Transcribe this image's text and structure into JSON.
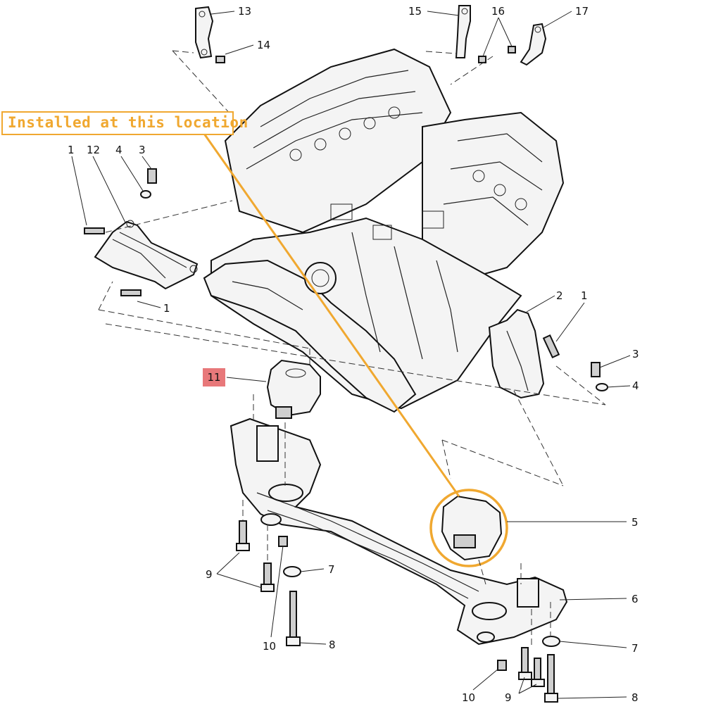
{
  "annotation": {
    "text": "Installed at this location",
    "color": "#f0a830"
  },
  "highlight": {
    "part_number": "11",
    "color": "#e8787a"
  },
  "callouts": {
    "c13": "13",
    "c14": "14",
    "c15": "15",
    "c16": "16",
    "c17": "17",
    "c1a": "1",
    "c12": "12",
    "c4a": "4",
    "c3a": "3",
    "c1b": "1",
    "c2": "2",
    "c1c": "1",
    "c3b": "3",
    "c4b": "4",
    "c5": "5",
    "c6": "6",
    "c7a": "7",
    "c7b": "7",
    "c8a": "8",
    "c8b": "8",
    "c9a": "9",
    "c9b": "9",
    "c10a": "10",
    "c10b": "10"
  }
}
